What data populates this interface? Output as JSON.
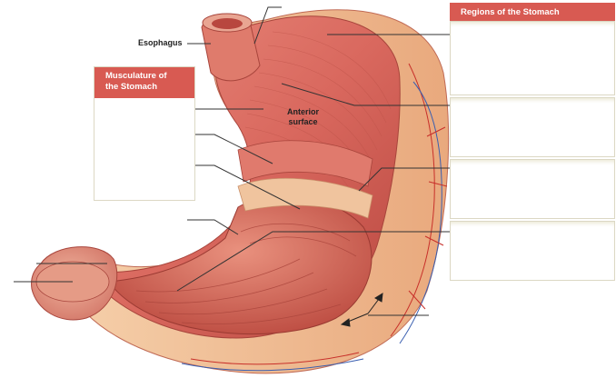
{
  "labels": {
    "esophagus": "Esophagus",
    "anterior_surface_line1": "Anterior",
    "anterior_surface_line2": "surface"
  },
  "musculature_panel": {
    "title_line1": "Musculature of",
    "title_line2": "the Stomach"
  },
  "regions_panel": {
    "title": "Regions of the Stomach"
  },
  "colors": {
    "panel_header": "#d85a52",
    "muscle": "#d9685e",
    "muscle_dark": "#b8473f",
    "serosa": "#f2c49a",
    "mucosa": "#e08a78",
    "vessel_red": "#c8302a",
    "vessel_blue": "#3a5fb0",
    "leader_line": "#333333"
  }
}
